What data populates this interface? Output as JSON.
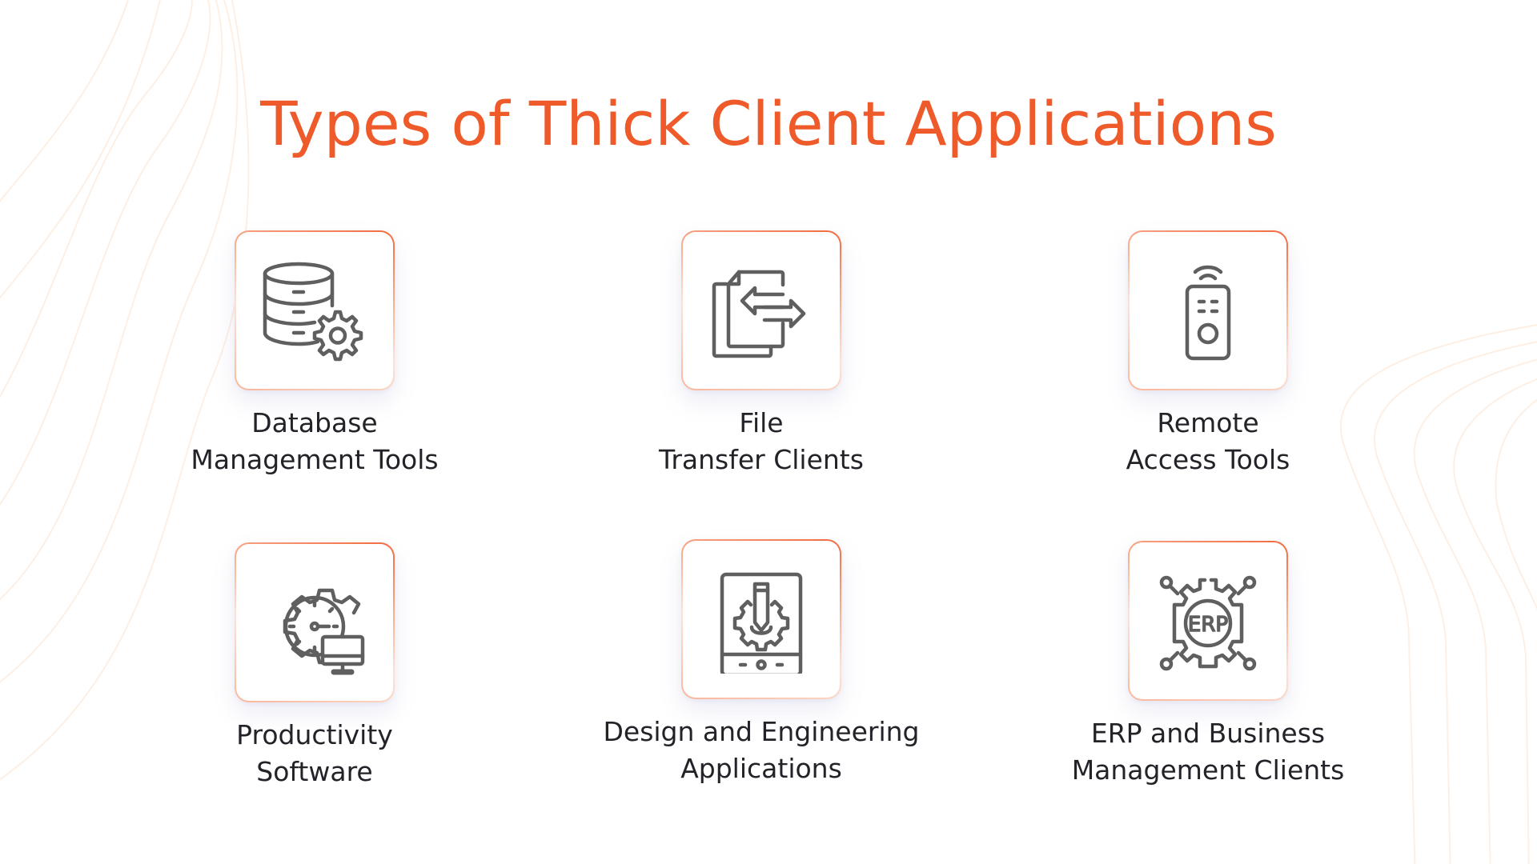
{
  "title": "Types of Thick Client Applications",
  "colors": {
    "accent": "#EE5A2A",
    "text": "#222228",
    "icon_stroke": "#5F5F5F",
    "decor_lines": "#FDEBDC"
  },
  "items": [
    {
      "icon": "database-gear-icon",
      "label_line1": "Database",
      "label_line2": "Management Tools"
    },
    {
      "icon": "file-transfer-icon",
      "label_line1": "File",
      "label_line2": "Transfer Clients"
    },
    {
      "icon": "remote-control-icon",
      "label_line1": "Remote",
      "label_line2": "Access Tools"
    },
    {
      "icon": "gear-clock-monitor-icon",
      "label_line1": "Productivity",
      "label_line2": "Software"
    },
    {
      "icon": "tablet-pencil-gear-icon",
      "label_line1": "Design and Engineering",
      "label_line2": "Applications"
    },
    {
      "icon": "erp-gear-network-icon",
      "label_line1": "ERP and Business",
      "label_line2": "Management Clients",
      "icon_text": "ERP"
    }
  ]
}
